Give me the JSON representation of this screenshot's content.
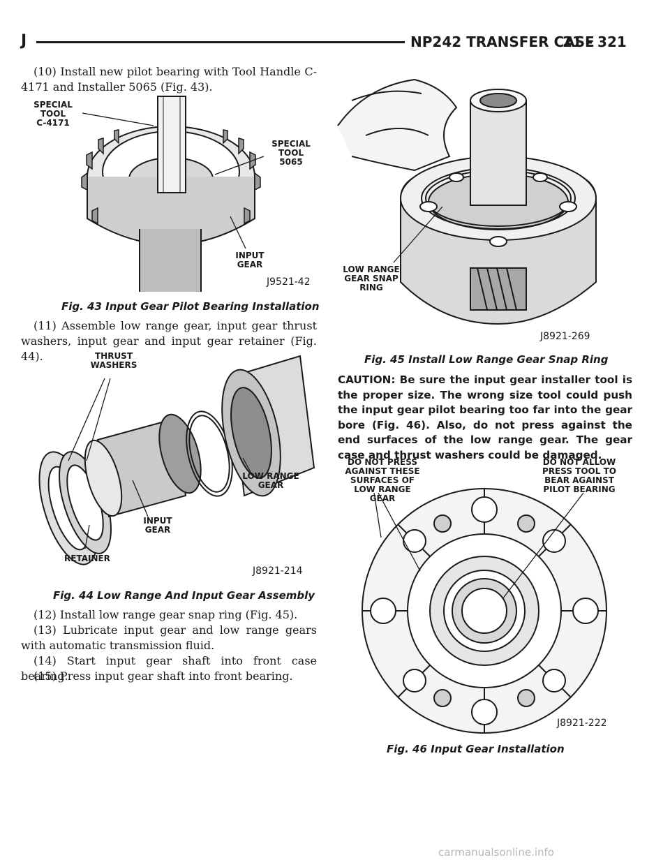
{
  "header": {
    "section_letter": "J",
    "title": "NP242 TRANSFER CASE",
    "page_number": "21 - 321"
  },
  "left_column": {
    "step10": "(10) Install new pilot bearing with Tool Handle C-4171 and Installer 5065 (Fig. 43).",
    "fig43": {
      "label_special_tool_a": "SPECIAL\nTOOL\nC-4171",
      "label_special_tool_b": "SPECIAL\nTOOL\n5065",
      "label_input_gear": "INPUT\nGEAR",
      "figure_id": "J9521-42",
      "caption": "Fig. 43 Input Gear Pilot Bearing Installation"
    },
    "step11": "(11) Assemble low range gear, input gear thrust washers, input gear and input gear retainer (Fig. 44).",
    "fig44": {
      "label_thrust_washers": "THRUST\nWASHERS",
      "label_low_range_gear": "LOW RANGE\nGEAR",
      "label_input_gear": "INPUT\nGEAR",
      "label_retainer": "RETAINER",
      "figure_id": "J8921-214",
      "caption": "Fig. 44 Low Range And Input Gear Assembly"
    },
    "step12": "(12) Install low range gear snap ring (Fig. 45).",
    "step13": "(13) Lubricate input gear and low range gears with automatic transmission fluid.",
    "step14": "(14) Start input gear shaft into front case bearing.",
    "step15": "(15) Press input gear shaft into front bearing."
  },
  "right_column": {
    "fig45": {
      "label_snap_ring": "LOW RANGE\nGEAR SNAP\nRING",
      "figure_id": "J8921-269",
      "caption": "Fig. 45 Install Low Range Gear Snap Ring"
    },
    "caution": "CAUTION: Be sure the input gear installer tool is the proper size. The wrong size tool could push the input gear pilot bearing too far into the gear bore (Fig. 46). Also, do not press against the end surfaces of the low range gear. The gear case and thrust washers could be damaged.",
    "fig46": {
      "label_do_not_press": "DO NOT PRESS\nAGAINST THESE\nSURFACES OF\nLOW RANGE GEAR",
      "label_do_not_allow": "DO NOT ALLOW\nPRESS TOOL TO\nBEAR AGAINST\nPILOT BEARING",
      "figure_id": "J8921-222",
      "caption": "Fig. 46 Input Gear Installation"
    }
  },
  "footer": {
    "watermark": "carmanualsonline.info"
  }
}
